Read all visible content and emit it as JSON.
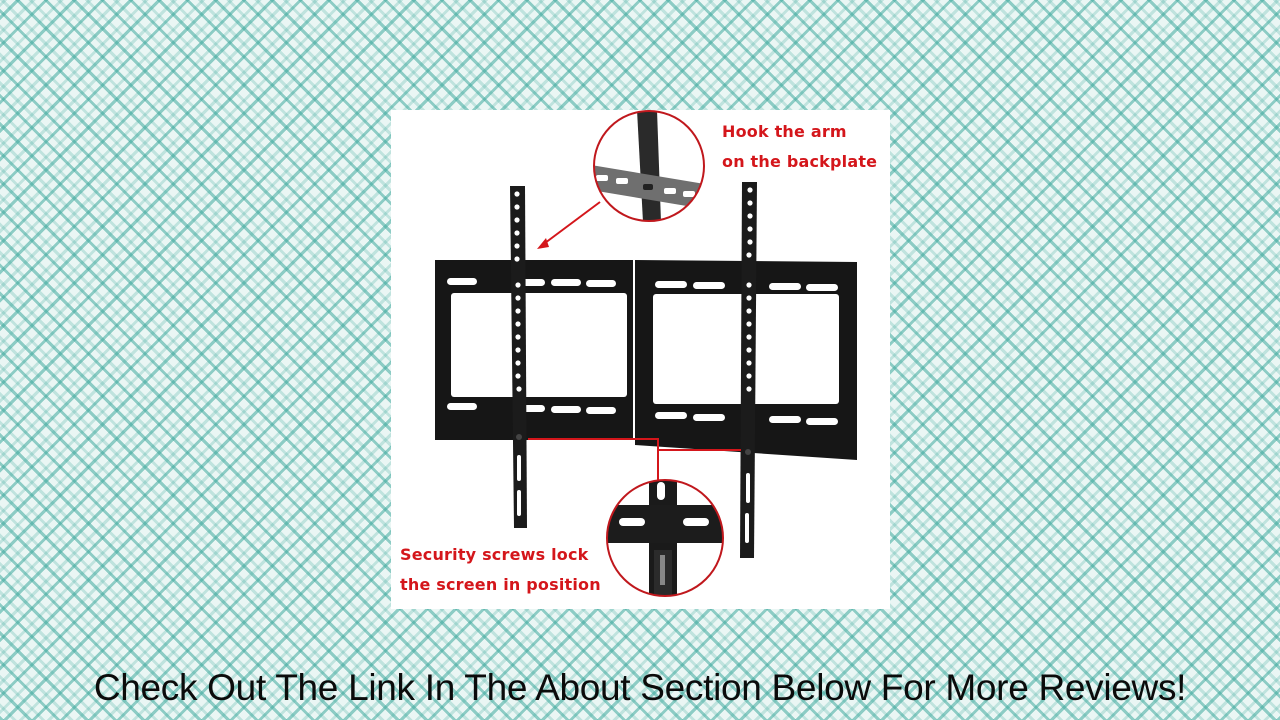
{
  "product_image": {
    "alt": "Fixed TV wall mount bracket with two vertical arms hooked onto a black backplate",
    "colors": {
      "panel_bg": "#ffffff",
      "callout_red": "#d4161b",
      "bracket_black": "#141414",
      "background_teal": "#40aa9e"
    },
    "callouts": {
      "top": {
        "line1": "Hook the arm",
        "line2": "on the backplate"
      },
      "bottom": {
        "line1": "Security screws lock",
        "line2": "the screen in position"
      }
    }
  },
  "footer": {
    "text": "Check Out The Link In The About Section Below For More Reviews!"
  }
}
